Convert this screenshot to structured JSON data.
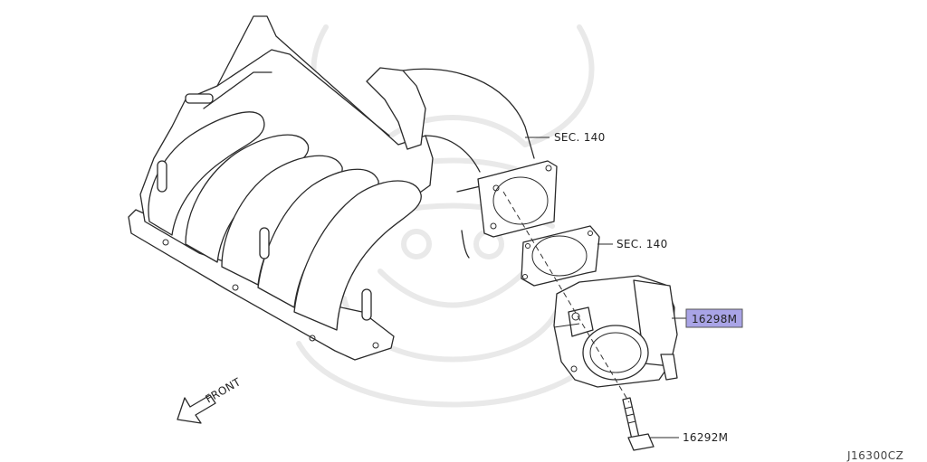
{
  "callouts": {
    "sec_top": "SEC. 140",
    "sec_mid": "SEC. 140",
    "part_throttle": "16298M",
    "part_bolt": "16292M",
    "front": "FRONT"
  },
  "diagram_code": "J16300CZ",
  "highlight_color": "#a9a4e6",
  "watermark": "samurai-helmet-logo"
}
